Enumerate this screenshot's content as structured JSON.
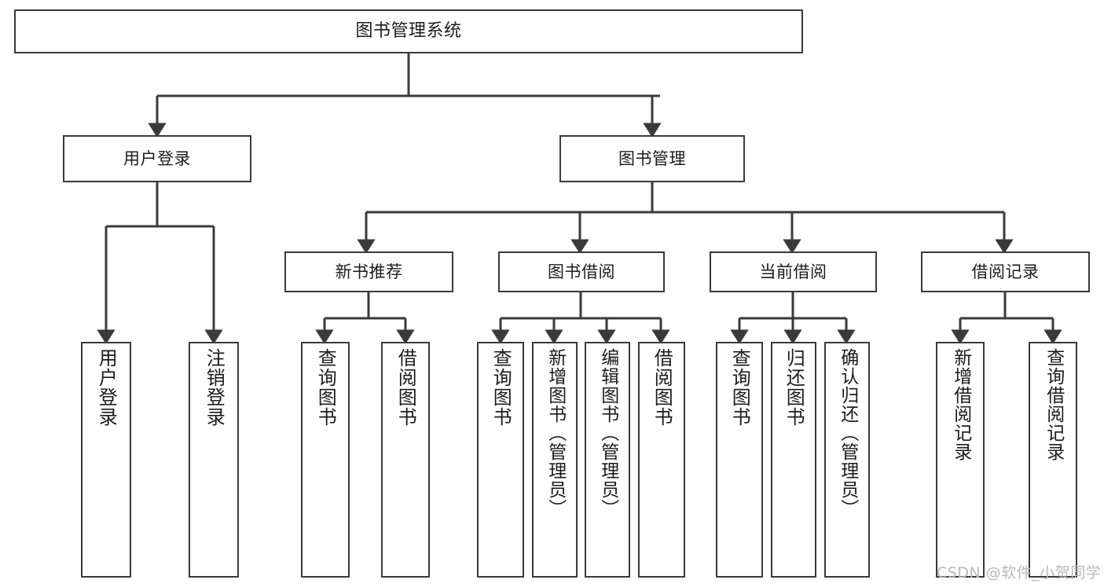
{
  "diagram": {
    "title": "图书管理系统",
    "type": "hierarchy-tree",
    "colors": {
      "background": "#ffffff",
      "box_border": "#3a3a3a",
      "box_fill": "#ffffff",
      "connector": "#3a3a3a",
      "text": "#1c1c1c",
      "watermark": "#b9b9b9"
    },
    "root": {
      "label": "图书管理系统"
    },
    "level1": [
      {
        "label": "用户登录"
      },
      {
        "label": "图书管理"
      }
    ],
    "level2": [
      {
        "label": "新书推荐"
      },
      {
        "label": "图书借阅"
      },
      {
        "label": "当前借阅"
      },
      {
        "label": "借阅记录"
      }
    ],
    "leaves": {
      "user_login": [
        {
          "label": "用户登录"
        },
        {
          "label": "注销登录"
        }
      ],
      "new_book": [
        {
          "label": "查询图书"
        },
        {
          "label": "借阅图书"
        }
      ],
      "book_borrow": [
        {
          "label": "查询图书"
        },
        {
          "label": "新增图书（管理员）"
        },
        {
          "label": "编辑图书（管理员）"
        },
        {
          "label": "借阅图书"
        }
      ],
      "current_borrow": [
        {
          "label": "查询图书"
        },
        {
          "label": "归还图书"
        },
        {
          "label": "确认归还（管理员）"
        }
      ],
      "borrow_record": [
        {
          "label": "新增借阅记录"
        },
        {
          "label": "查询借阅记录"
        }
      ]
    }
  },
  "watermark": {
    "text": "CSDN @软件_小贺同学"
  }
}
